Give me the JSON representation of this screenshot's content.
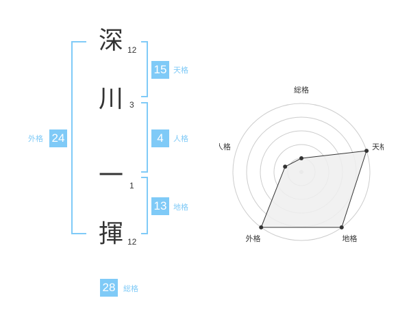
{
  "characters": [
    {
      "char": "深",
      "strokes": "12"
    },
    {
      "char": "川",
      "strokes": "3"
    },
    {
      "char": "一",
      "strokes": "1"
    },
    {
      "char": "揮",
      "strokes": "12"
    }
  ],
  "fortunes": {
    "tenkaku": {
      "value": "15",
      "label": "天格"
    },
    "jinkaku": {
      "value": "4",
      "label": "人格"
    },
    "chikaku": {
      "value": "13",
      "label": "地格"
    },
    "gaikaku": {
      "value": "24",
      "label": "外格"
    },
    "soukaku": {
      "value": "28",
      "label": "総格"
    }
  },
  "colors": {
    "accent": "#7fcaf7",
    "text": "#333333",
    "grid": "#cccccc",
    "fill": "#eeeeee"
  },
  "chart_data": {
    "type": "radar",
    "axes": [
      "総格",
      "天格",
      "地格",
      "外格",
      "人格"
    ],
    "values": [
      0.2,
      1.0,
      1.0,
      1.0,
      0.25
    ],
    "rings": 5
  }
}
